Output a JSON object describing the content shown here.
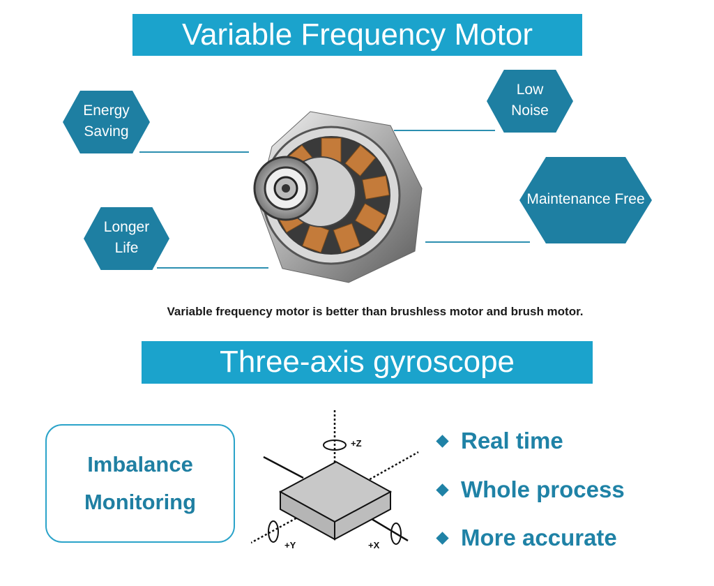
{
  "motor_section": {
    "title": "Variable Frequency Motor",
    "features": [
      "Energy Saving",
      "Longer Life",
      "Low Noise",
      "Maintenance Free"
    ],
    "caption": "Variable frequency motor is better than brushless motor and brush motor."
  },
  "gyro_section": {
    "title": "Three-axis gyroscope",
    "box_lines": [
      "Imbalance",
      "Monitoring"
    ],
    "axis_labels": {
      "z": "+Z",
      "y": "+Y",
      "x": "+X"
    },
    "bullets": [
      "Real time",
      "Whole process",
      "More accurate"
    ]
  },
  "colors": {
    "banner": "#1ba3cc",
    "hexagon": "#1e7fa2",
    "accent_text": "#1f82a6"
  }
}
